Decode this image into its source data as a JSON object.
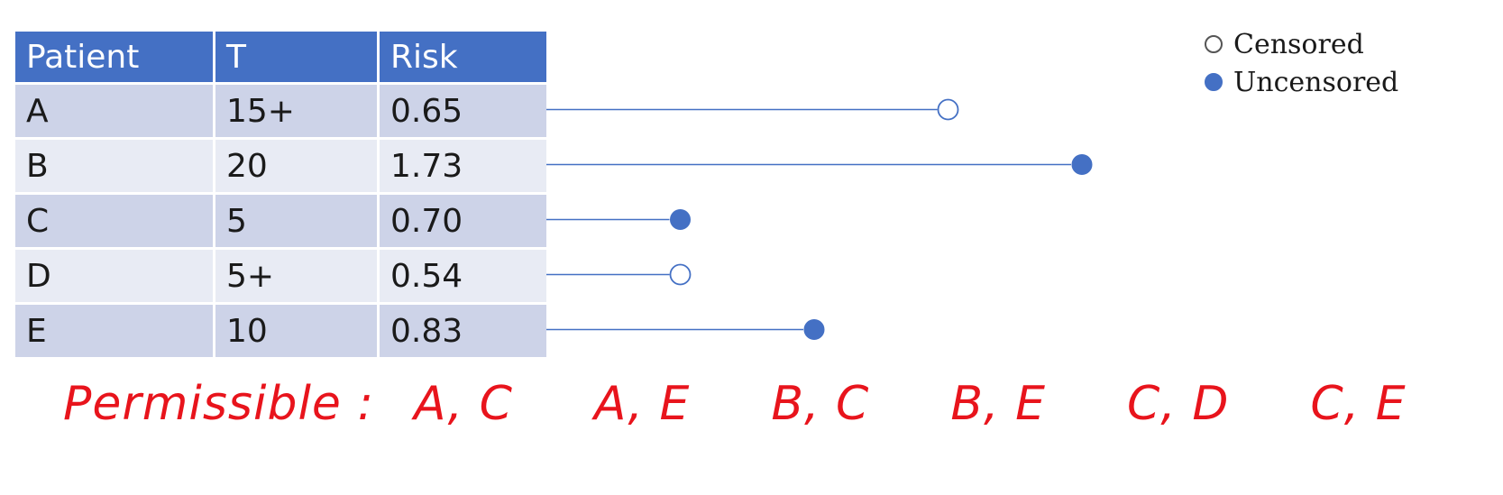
{
  "table": {
    "headers": [
      "Patient",
      "T",
      "Risk"
    ],
    "rows": [
      {
        "patient": "A",
        "t": "15+",
        "risk": "0.65",
        "time": 15,
        "censored": true
      },
      {
        "patient": "B",
        "t": "20",
        "risk": "1.73",
        "time": 20,
        "censored": false
      },
      {
        "patient": "C",
        "t": "5",
        "risk": "0.70",
        "time": 5,
        "censored": false
      },
      {
        "patient": "D",
        "t": "5+",
        "risk": "0.54",
        "time": 5,
        "censored": true
      },
      {
        "patient": "E",
        "t": "10",
        "risk": "0.83",
        "time": 10,
        "censored": false
      }
    ]
  },
  "legend": {
    "censored": "Censored",
    "uncensored": "Uncensored"
  },
  "colors": {
    "header_bg": "#4470c4",
    "row_odd": "#cdd3e8",
    "row_even": "#e8ebf4",
    "marker": "#4470c4",
    "handwriting": "#e8141c"
  },
  "annotation": {
    "label": "Permissible :",
    "pairs": [
      "A, C",
      "A, E",
      "B, C",
      "B, E",
      "C, D",
      "C, E"
    ]
  }
}
